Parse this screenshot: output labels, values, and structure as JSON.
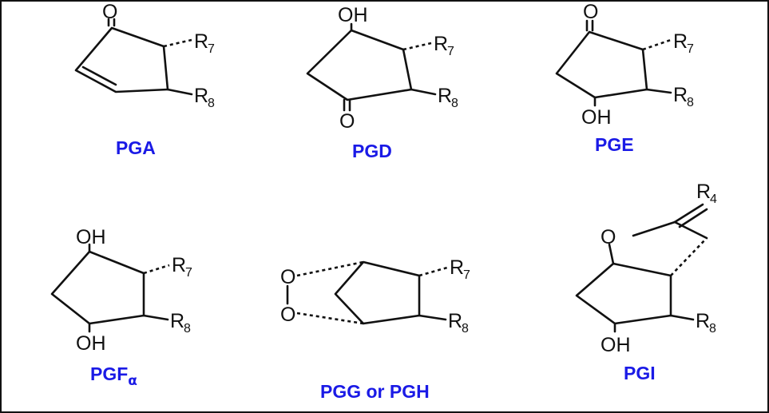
{
  "structures": [
    {
      "name": "PGA",
      "labels": {
        "o": "O",
        "r7": "R",
        "r7_sub": "7",
        "r8": "R",
        "r8_sub": "8"
      }
    },
    {
      "name": "PGD",
      "labels": {
        "oh": "OH",
        "o": "O",
        "r7": "R",
        "r7_sub": "7",
        "r8": "R",
        "r8_sub": "8"
      }
    },
    {
      "name": "PGE",
      "labels": {
        "o": "O",
        "oh": "OH",
        "r7": "R",
        "r7_sub": "7",
        "r8": "R",
        "r8_sub": "8"
      }
    },
    {
      "name": "PGF",
      "name_sub": "α",
      "labels": {
        "oh_top": "OH",
        "oh_bottom": "OH",
        "r7": "R",
        "r7_sub": "7",
        "r8": "R",
        "r8_sub": "8"
      }
    },
    {
      "name": "PGG or PGH",
      "labels": {
        "o_top": "O",
        "o_bottom": "O",
        "r7": "R",
        "r7_sub": "7",
        "r8": "R",
        "r8_sub": "8"
      }
    },
    {
      "name": "PGI",
      "labels": {
        "r4": "R",
        "r4_sub": "4",
        "o": "O",
        "oh": "OH",
        "r8": "R",
        "r8_sub": "8"
      }
    }
  ]
}
